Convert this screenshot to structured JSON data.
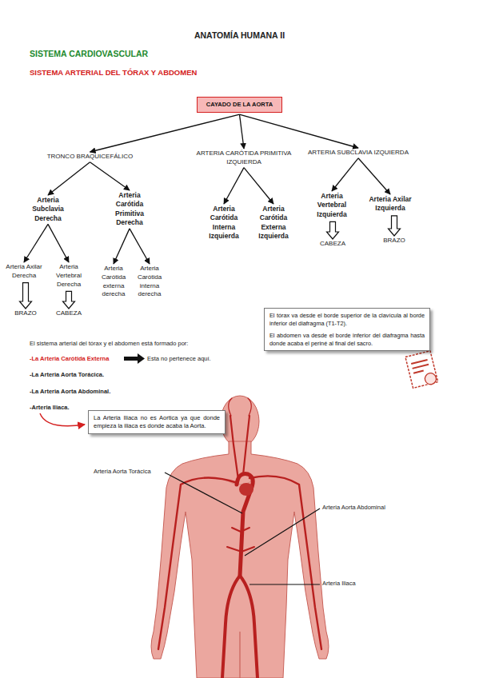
{
  "diagram": {
    "title": "ANATOMÍA HUMANA II",
    "nodes": [
      {
        "text": [
          "CAYADO DE LA AORTA"
        ]
      },
      {
        "text": [
          "TRONCO BRAQUICEFÁLICO"
        ]
      },
      {
        "text": [
          "ARTERIA CARÓTIDA PRIMITIVA IZQUIERDA"
        ]
      },
      {
        "text": [
          "ARTERIA SUBCLAVIA IZQUIERDA"
        ]
      },
      {
        "text": [
          "Arteria Subclavia Derecha"
        ]
      },
      {
        "text": [
          "Arteria Carótida Primitiva Derecha"
        ]
      },
      {
        "text": [
          "Arteria Carótida Interna Izquierda"
        ]
      },
      {
        "text": [
          "Arteria Carótida Externa Izquierda"
        ]
      },
      {
        "text": [
          "Arteria Vertebral Izquierda"
        ]
      },
      {
        "text": [
          "Arteria Axilar Izquierda"
        ]
      },
      {
        "text": [
          "Arteria Axilar Derecha"
        ]
      },
      {
        "text": [
          "Arteria Vertebral Derecha"
        ]
      },
      {
        "text": [
          "Arteria Carótida externa derecha"
        ]
      },
      {
        "text": [
          "Arteria Carótida interna derecha"
        ]
      },
      {
        "text": [
          "BRAZO"
        ]
      },
      {
        "text": [
          "CABEZA"
        ]
      },
      {
        "text": [
          "CABEZA"
        ]
      },
      {
        "text": [
          "BRAZO"
        ]
      },
      {
        "text": [
          "El tórax va desde el borde superior de la clavícula al borde inferior del diafragma (T1-T2).",
          "El abdomen va desde el borde inferior del diafragma hasta donde acaba el periné al final del sacro."
        ]
      },
      {
        "text": [
          "La Arteria Iliaca no es Aortica ya que donde empieza la iliaca es donde acaba la Aorta."
        ]
      }
    ],
    "edges": [
      {
        "from": 0,
        "to": 1,
        "arrow": "to"
      },
      {
        "from": 0,
        "to": 2,
        "arrow": "to"
      },
      {
        "from": 0,
        "to": 3,
        "arrow": "to"
      },
      {
        "from": 1,
        "to": 4,
        "arrow": "to"
      },
      {
        "from": 1,
        "to": 5,
        "arrow": "to"
      },
      {
        "from": 2,
        "to": 6,
        "arrow": "to"
      },
      {
        "from": 2,
        "to": 7,
        "arrow": "to"
      },
      {
        "from": 3,
        "to": 8,
        "arrow": "to"
      },
      {
        "from": 3,
        "to": 9,
        "arrow": "to"
      },
      {
        "from": 4,
        "to": 10,
        "arrow": "to"
      },
      {
        "from": 4,
        "to": 11,
        "arrow": "to"
      },
      {
        "from": 5,
        "to": 12,
        "arrow": "to"
      },
      {
        "from": 5,
        "to": 13,
        "arrow": "to"
      },
      {
        "from": 10,
        "to": 14,
        "arrow": "to"
      },
      {
        "from": 11,
        "to": 15,
        "arrow": "to"
      },
      {
        "from": 8,
        "to": 16,
        "arrow": "to"
      },
      {
        "from": 9,
        "to": 17,
        "arrow": "to"
      }
    ],
    "labels": [
      "SISTEMA CARDIOVASCULAR",
      "SISTEMA ARTERIAL DEL TÓRAX Y ABDOMEN",
      "El sistema arterial del tórax y el abdomen está formado por:",
      "-La Arteria Carótida Externa",
      "Esta no pertenece aquí.",
      "-La Arteria Aorta Torácica.",
      "-La Arteria Aorta Abdominal.",
      "-Arteria Iliaca.",
      "Arteria Aorta Torácica",
      "Arteria Aorta Abdominal",
      "Arteria Iliaca"
    ]
  }
}
